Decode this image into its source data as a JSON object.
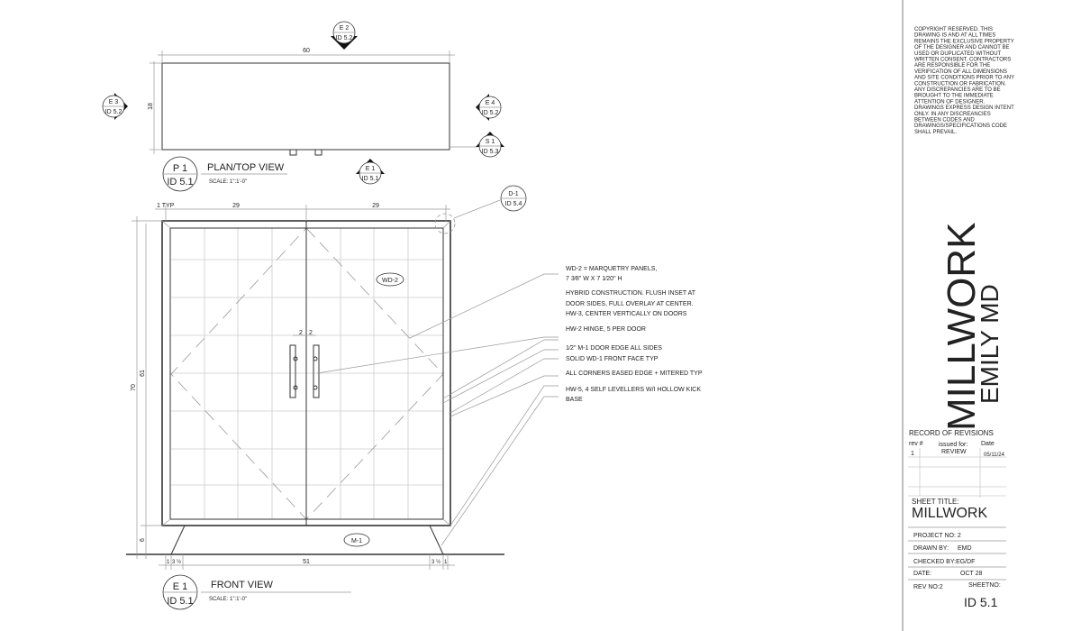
{
  "plan": {
    "width_dim": "60",
    "depth_dim": "18",
    "title": "PLAN/TOP VIEW",
    "scale": "SCALE: 1\":1'-0\"",
    "tag_top": "P 1",
    "tag_bottom": "ID 5.1",
    "markers": [
      {
        "top": "E 2",
        "bottom": "ID 5.2"
      },
      {
        "top": "E 3",
        "bottom": "ID 5.2"
      },
      {
        "top": "E 4",
        "bottom": "ID 5.2"
      },
      {
        "top": "S 1",
        "bottom": "ID 5.3"
      },
      {
        "top": "E 1",
        "bottom": "ID 5.1"
      }
    ]
  },
  "front": {
    "dim_typ": "1 TYP",
    "dim_left": "29",
    "dim_right": "29",
    "dim_height_total": "70",
    "dim_height_door": "61",
    "dim_base": "6",
    "dim_handle_left": "2",
    "dim_handle_right": "2",
    "dim_bottom": [
      "1",
      "3 ½",
      "51",
      "3 ½",
      "1"
    ],
    "tag_panel": "WD-2",
    "tag_base": "M-1",
    "detail_top": "D-1",
    "detail_bottom": "ID 5.4",
    "title": "FRONT VIEW",
    "scale": "SCALE: 1\":1'-0\"",
    "tag_top": "E 1",
    "tag_bottom": "ID 5.1"
  },
  "notes": [
    "WD-2 = MARQUETRY PANELS,",
    "7 3⁄8\" W X 7 1⁄20\" H",
    "HYBRID CONSTRUCTION. FLUSH INSET AT",
    "DOOR SIDES, FULL OVERLAY AT CENTER.",
    "HW-3, CENTER VERTICALLY ON DOORS",
    "HW-2 HINGE, 5 PER DOOR",
    "1⁄2\" M-1 DOOR EDGE ALL SIDES",
    "SOLID WD-1 FRONT FACE TYP",
    "ALL CORNERS EASED EDGE + MITERED TYP",
    "HW-5, 4 SELF LEVELLERS W/I HOLLOW KICK",
    "BASE"
  ],
  "titleblock": {
    "copyright": [
      "COPYRIGHT RESERVED. THIS",
      "DRAWING IS AND AT ALL TIMES",
      "REMAINS THE EXCLUSIVE PROPERTY",
      "OF THE DESIGNER AND CANNOT BE",
      "USED OR DUPLICATED WITHOUT",
      "WRITTEN CONSENT. CONTRACTORS",
      "ARE RESPONSIBLE FOR THE",
      "VERIFICATION OF ALL DIMENSIONS",
      "AND SITE CONDITIONS PRIOR TO ANY",
      "CONSTRUCTION OR FABRICATION.",
      "ANY DISCREPANCIES ARE TO BE",
      "BROUGHT TO THE IMMEDIATE",
      "ATTENTION OF DESIGNER.",
      "DRAWINGS EXPRESS DESIGN INTENT",
      "ONLY. IN ANY DISCREANCIES",
      "BETWEEN CODES AND",
      "DRAWINGS/SPECIFICATIONS CODE",
      "SHALL PREVAIL."
    ],
    "project_name": "MILLWORK",
    "client": "EMILY MD",
    "revisions_title": "RECORD OF REVISIONS",
    "rev_headers": [
      "rev #",
      "issued for:",
      "Date"
    ],
    "revisions": [
      {
        "rev": "1",
        "issued": "REVIEW",
        "date": "05/11/24"
      }
    ],
    "sheet_title_label": "SHEET TITLE:",
    "sheet_title": "MILLWORK",
    "project_no": "PROJECT NO: 2",
    "drawn_by_label": "DRAWN BY:",
    "drawn_by": "EMD",
    "checked_by": "CHECKED BY:EG/DF",
    "date_label": "DATE:",
    "date": "OCT 28",
    "rev_no": "REV NO:2",
    "sheet_no_label": "SHEETNO:",
    "sheet_no": "ID 5.1"
  }
}
